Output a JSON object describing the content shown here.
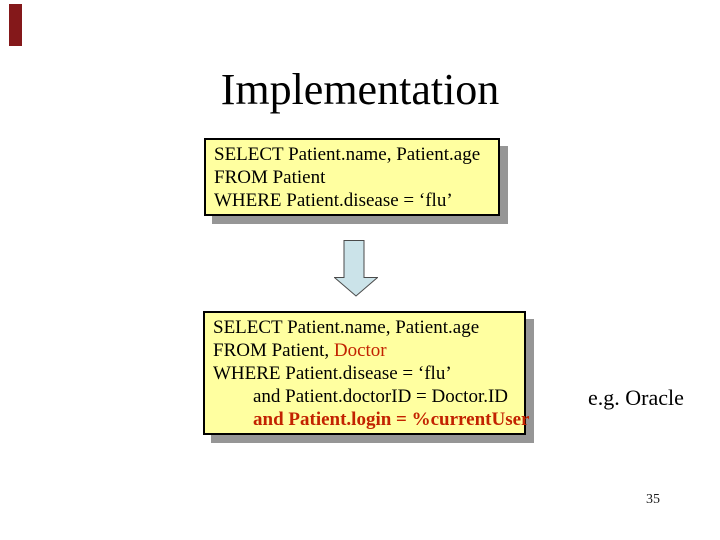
{
  "slide": {
    "title": "Implementation",
    "side_note": "e.g. Oracle",
    "page_number": "35"
  },
  "box1": {
    "line1": "SELECT Patient.name, Patient.age",
    "line2": "FROM Patient",
    "line3": "WHERE Patient.disease = ‘flu’"
  },
  "box2": {
    "line1": "SELECT Patient.name, Patient.age",
    "line2_black": "FROM Patient, ",
    "line2_red": "Doctor",
    "line3": "WHERE Patient.disease = ‘flu’",
    "line4": "and Patient.doctorID = Doctor.ID",
    "line5": "and Patient.login = %currentUser"
  },
  "icons": {
    "down_arrow": "down-arrow-icon"
  },
  "colors": {
    "box_background": "#FFFFA0",
    "box_border": "#000000",
    "box_shadow": "#969696",
    "highlight_red": "#C22200",
    "arrow_fill": "#CBE3E9",
    "arrow_stroke": "#4a4a4a",
    "corner_mark": "#84181A"
  }
}
